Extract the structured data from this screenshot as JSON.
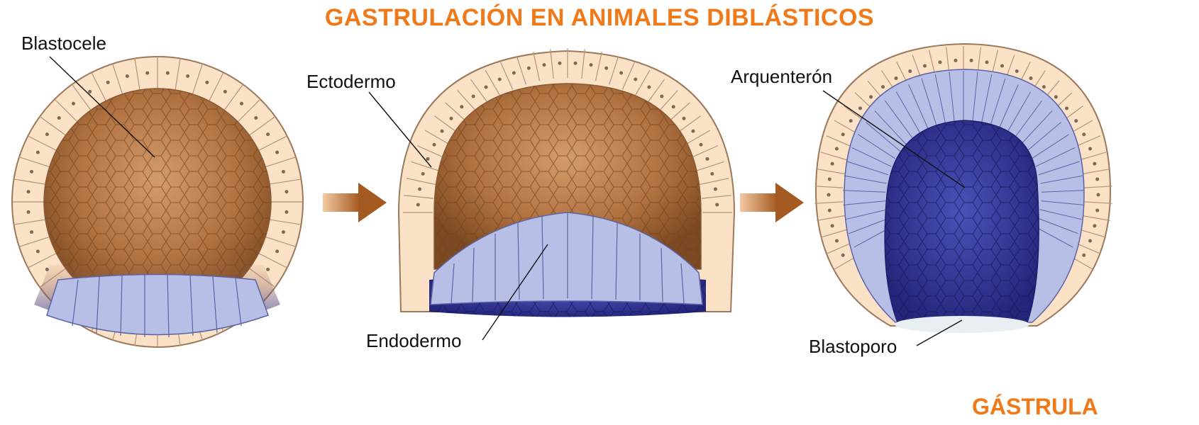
{
  "title": "GASTRULACIÓN EN ANIMALES DIBLÁSTICOS",
  "subtitle": "GÁSTRULA",
  "labels": {
    "blastocele": "Blastocele",
    "ectodermo": "Ectodermo",
    "endodermo": "Endodermo",
    "arquenteron": "Arquenterón",
    "blastoporo": "Blastoporo"
  },
  "colors": {
    "title": "#f07a1a",
    "ectoderm": "#fbe1c6",
    "ectoderm_border": "#9a7a5c",
    "blastocoel": "#a9683a",
    "blastocoel_light": "#c99466",
    "endoderm": "#b8bfe6",
    "endoderm_border": "#5c63a6",
    "archenteron": "#3a3ea0",
    "arrow": "#a55a22"
  }
}
